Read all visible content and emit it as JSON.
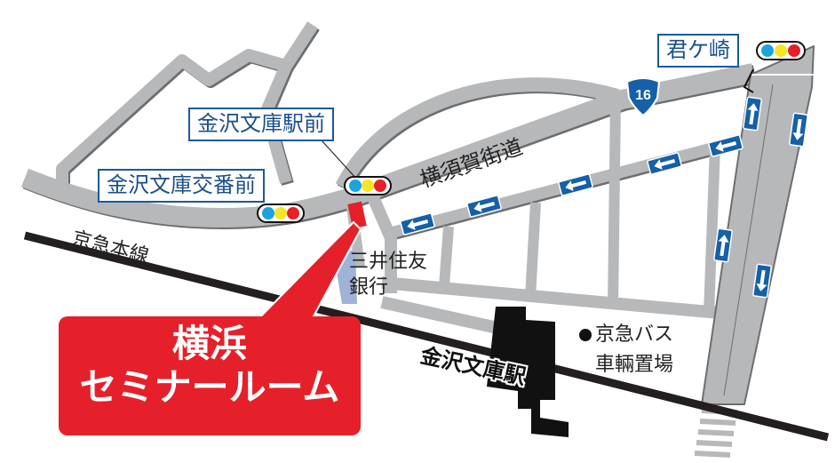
{
  "map": {
    "destination": {
      "line1": "横浜",
      "line2": "セミナールーム",
      "marker_color": "#e6202a"
    },
    "intersections": [
      {
        "name": "金沢文庫駅前",
        "signal": "traffic-light"
      },
      {
        "name": "金沢文庫交番前",
        "signal": "traffic-light"
      },
      {
        "name": "君ケ崎",
        "signal": "traffic-light"
      }
    ],
    "roads": {
      "main_road": "横須賀街道",
      "route_number": "16"
    },
    "railway": {
      "line_name": "京急本線",
      "station": "金沢文庫駅"
    },
    "landmarks": {
      "bank": {
        "line1": "三井住友",
        "line2": "銀行"
      },
      "bus_depot": {
        "line1": "京急バス",
        "line2": "車輛置場"
      }
    },
    "colors": {
      "road": "#b7b8ba",
      "road_shadow": "#6d6e70",
      "label_blue": "#1a5a9a",
      "oneway_sign": "#1560a8",
      "rail": "#231f20",
      "bank": "#9fb3d6"
    }
  }
}
